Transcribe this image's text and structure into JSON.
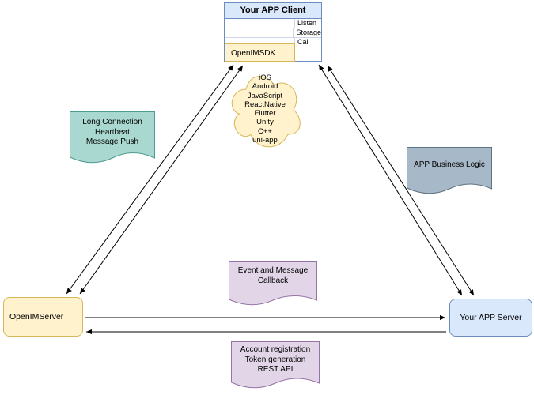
{
  "client_box": {
    "title": "Your APP Client",
    "interface_rows": [
      "Listen",
      "Storage",
      "Call"
    ],
    "sdk_label": "OpenIMSDK"
  },
  "sdk_cloud": {
    "platforms": [
      "iOS",
      "Android",
      "JavaScript",
      "ReactNative",
      "Flutter",
      "Unity",
      "C++",
      "uni-app"
    ]
  },
  "notes": {
    "long_connection": {
      "lines": [
        "Long Connection",
        "Heartbeat",
        "Message Push"
      ]
    },
    "business_logic": {
      "lines": [
        "APP Business Logic"
      ]
    },
    "event_callback": {
      "lines": [
        "Event and Message",
        "Callback"
      ]
    },
    "rest_api": {
      "lines": [
        "Account registration",
        "Token generation",
        "REST API"
      ]
    }
  },
  "nodes": {
    "openim_server": "OpenIMServer",
    "app_server": "Your APP Server"
  },
  "colors": {
    "client_header_fill": "#dae8fc",
    "client_border": "#6c8ebf",
    "yellow_fill": "#fff2cc",
    "yellow_border": "#d6b656",
    "teal_fill": "#a8d8cf",
    "teal_border": "#4e9c8e",
    "gray_fill": "#a7b9c8",
    "gray_border": "#5d7282",
    "purple_fill": "#e1d5e7",
    "purple_border": "#9673a6",
    "arrow": "#000000"
  }
}
